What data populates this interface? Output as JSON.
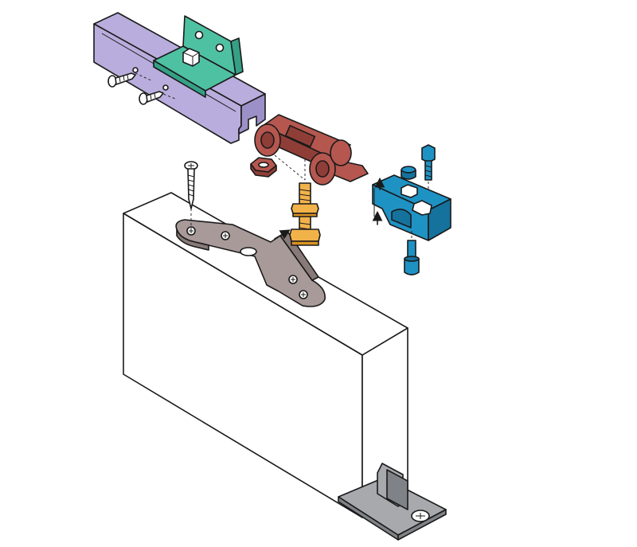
{
  "colors": {
    "track": "#b8addc",
    "track_dark": "#9c90c8",
    "bracket": "#4fc1a3",
    "bracket_dark": "#35a086",
    "trolley": "#b5574f",
    "trolley_dark": "#8f3e37",
    "bolt": "#f2b24a",
    "bolt_dark": "#d99222",
    "clamp": "#1f92c4",
    "clamp_dark": "#15729c",
    "plate": "#a89a98",
    "plate_dark": "#887a78",
    "guide": "#a7a9ad",
    "guide_dark": "#7f8286",
    "door": "#ffffff",
    "line": "#1a1a1a"
  },
  "parts": [
    "track",
    "mounting-bracket",
    "track-screw",
    "trolley",
    "hex-nut",
    "threaded-bolt",
    "door-plate",
    "wood-screw",
    "clamp-block",
    "set-screw",
    "door-panel",
    "floor-guide"
  ]
}
